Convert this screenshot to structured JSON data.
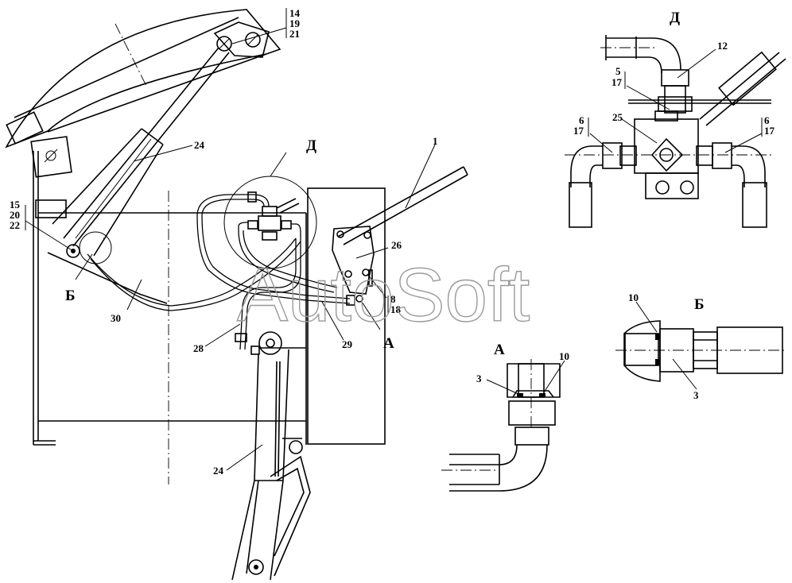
{
  "watermark": "AutoSoft",
  "views": {
    "D_main": "Д",
    "B_main": "Б",
    "A_main": "А",
    "A_detail": "А",
    "B_detail": "Б",
    "D_detail": "Д"
  },
  "callouts": {
    "group_14_19_21": [
      "14",
      "19",
      "21"
    ],
    "group_15_20_22": [
      "15",
      "20",
      "22"
    ],
    "p24_top": "24",
    "p24_bottom": "24",
    "p30": "30",
    "p28": "28",
    "p29": "29",
    "p1": "1",
    "p26": "26",
    "group_8_18": [
      "8",
      "18"
    ],
    "A_p3": "3",
    "A_p10": "10",
    "B_p10": "10",
    "B_p3": "3",
    "D_p12": "12",
    "D_group_5_17": [
      "5",
      "17"
    ],
    "D_p25": "25",
    "D_group_6_17_left": [
      "6",
      "17"
    ],
    "D_group_6_17_right": [
      "6",
      "17"
    ]
  }
}
